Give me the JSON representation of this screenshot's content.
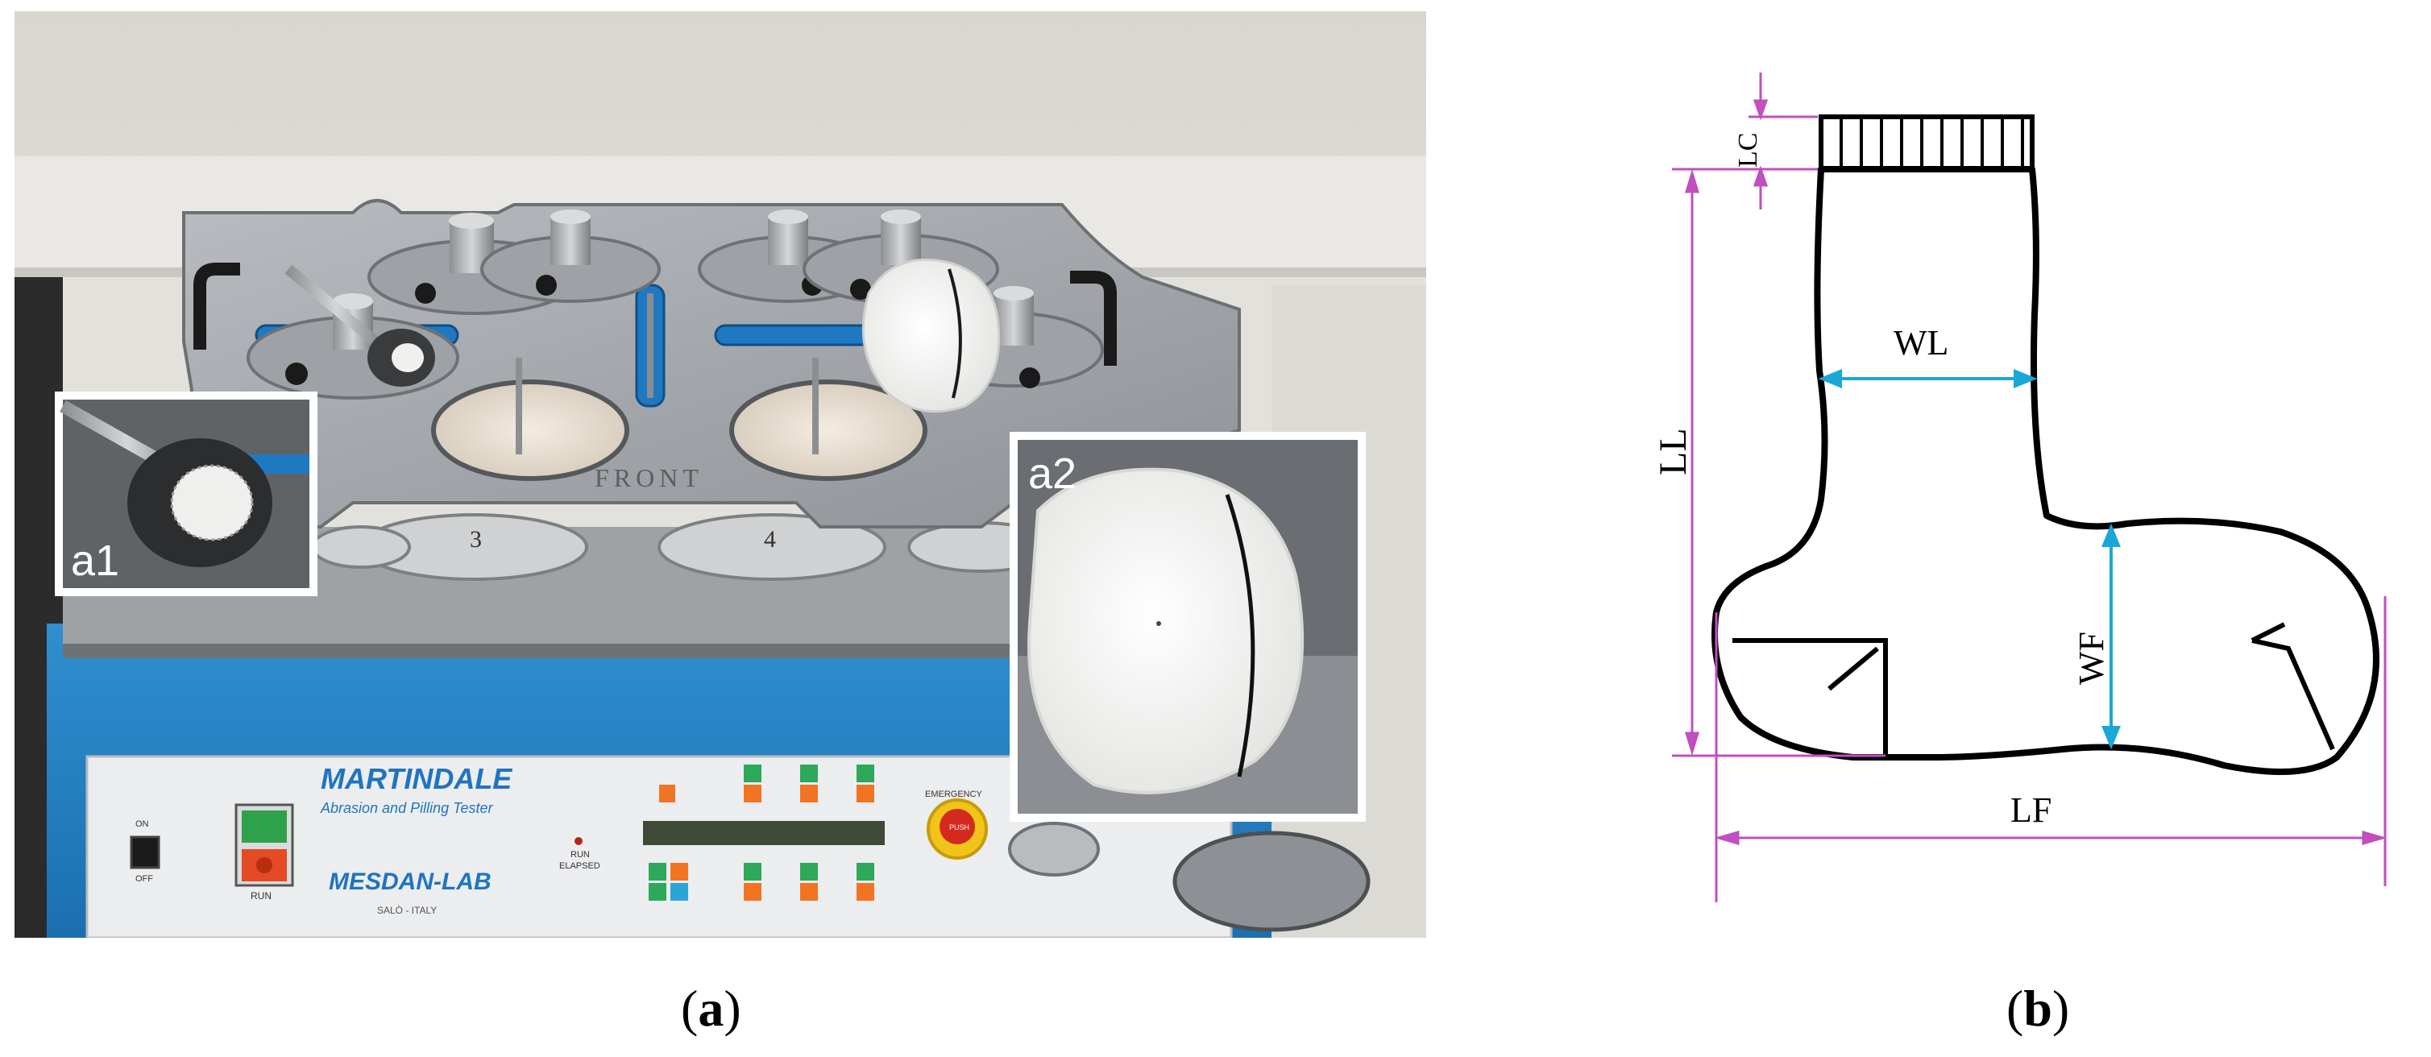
{
  "panel_a": {
    "caption_letter": "a",
    "insets": {
      "a1": "a1",
      "a2": "a2"
    },
    "machine": {
      "brand": "MARTINDALE",
      "subtitle": "Abrasion and Pilling Tester",
      "maker": "MESDAN-LAB",
      "maker_location": "SALÒ - ITALY",
      "switch_on": "ON",
      "switch_off": "OFF",
      "run_label": "RUN",
      "run_elapsed_1": "RUN",
      "run_elapsed_2": "ELAPSED",
      "emergency": "EMERGENCY",
      "push": "PUSH",
      "front": "FRONT",
      "holder_3": "3",
      "holder_4": "4"
    }
  },
  "panel_b": {
    "caption_letter": "b",
    "labels": {
      "lc": "LC",
      "wl": "WL",
      "ll": "LL",
      "wf": "WF",
      "lf": "LF"
    },
    "colors": {
      "dimension": "#c04fc0",
      "measure": "#1aa7d8",
      "outline": "#000000"
    }
  }
}
